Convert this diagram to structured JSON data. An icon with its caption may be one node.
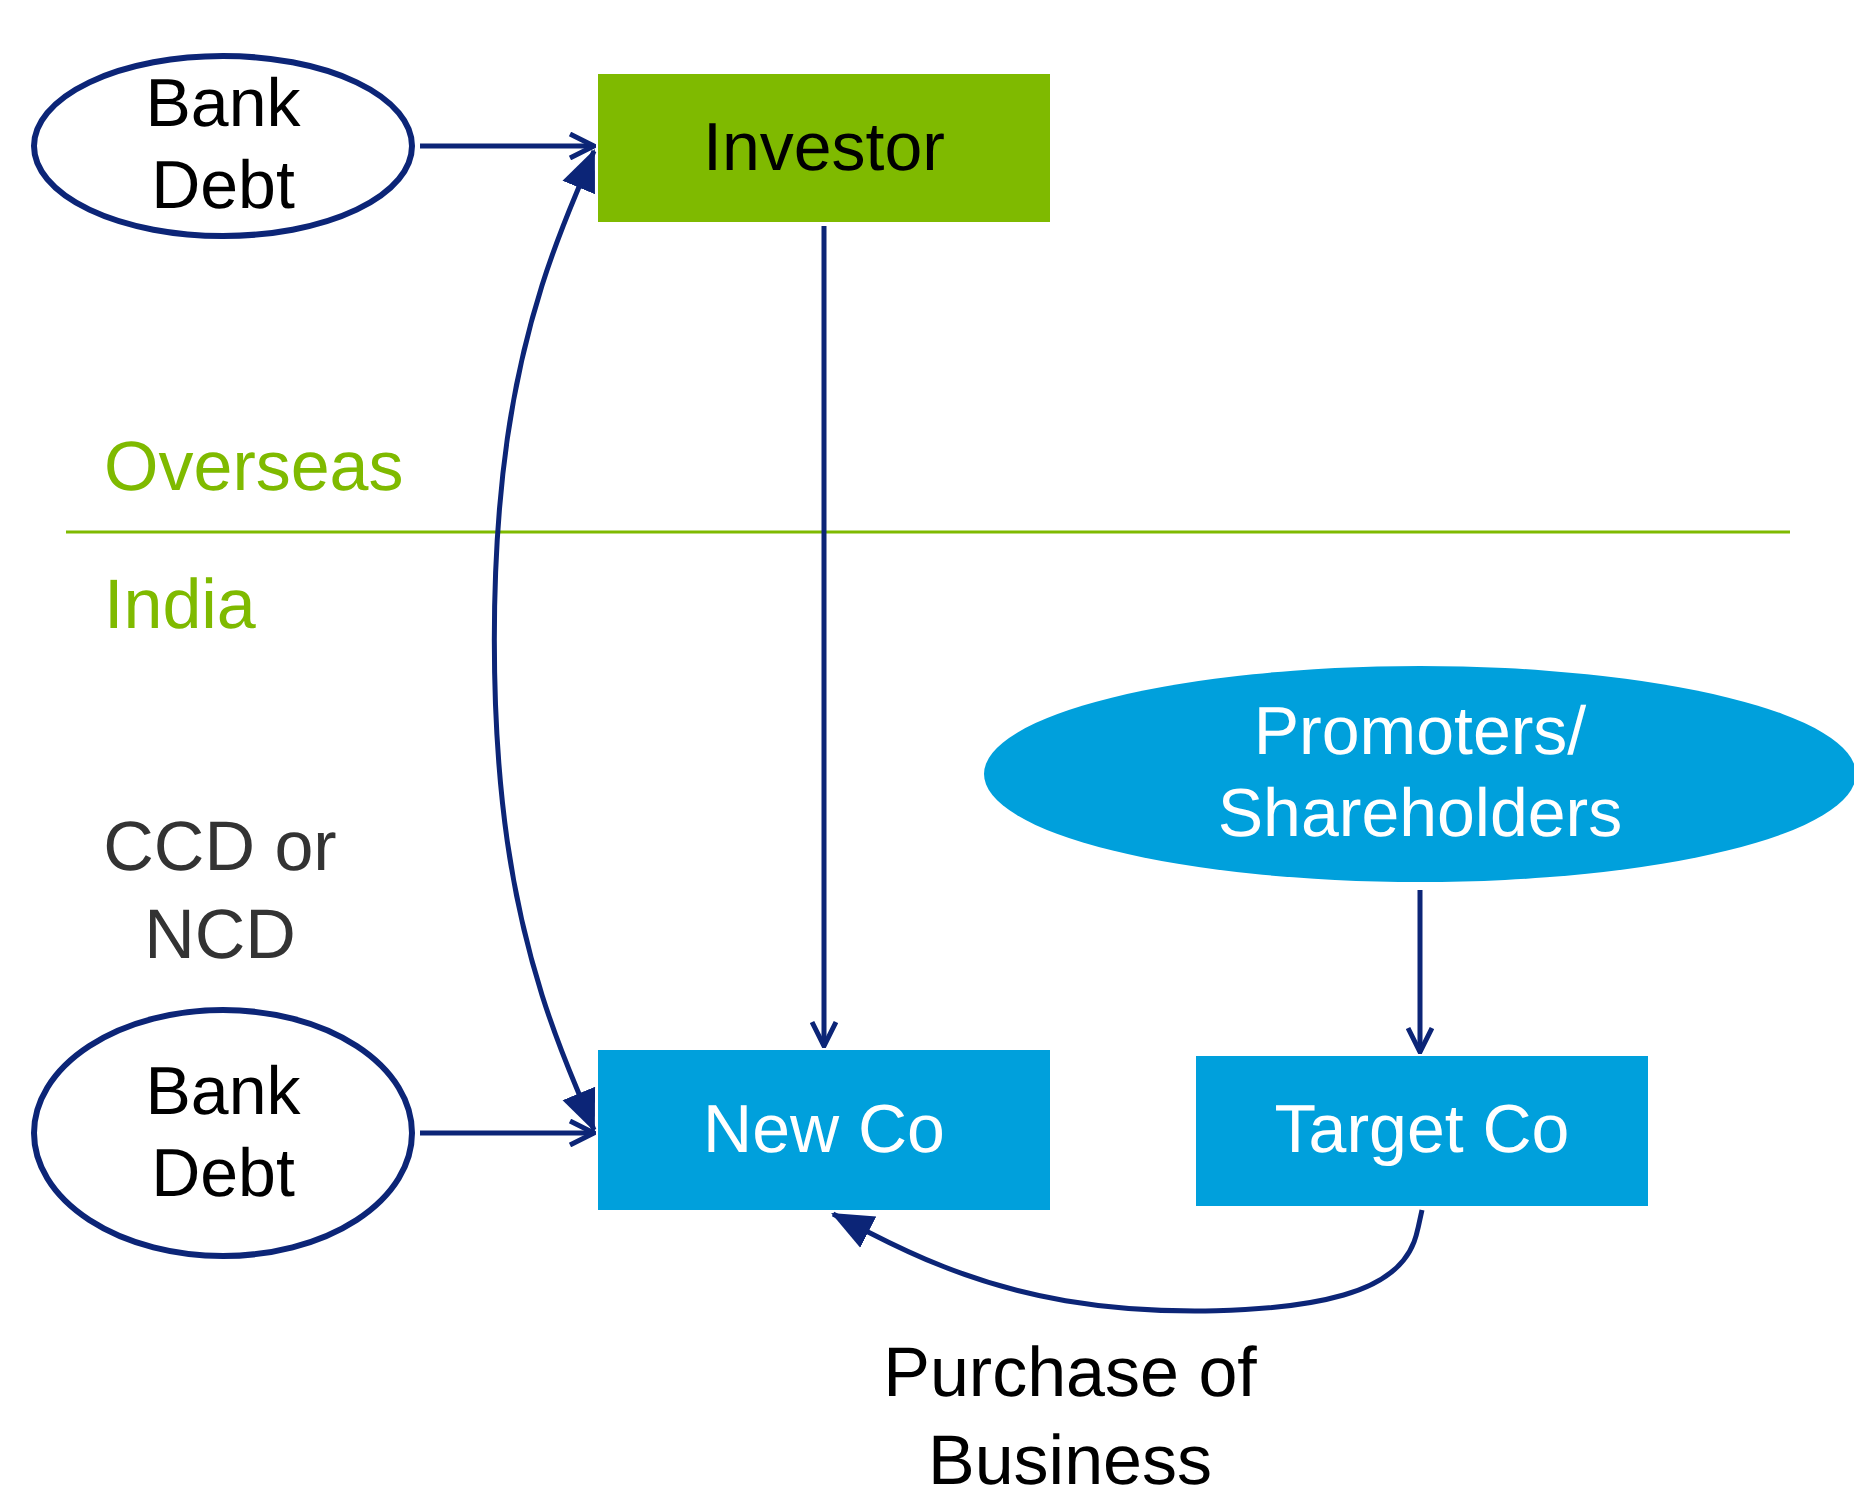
{
  "diagram": {
    "nodes": [
      {
        "text": [
          "Bank Debt"
        ]
      },
      {
        "text": [
          "Investor"
        ]
      },
      {
        "text": [
          "New Co"
        ]
      },
      {
        "text": [
          "Promoters/ Shareholders"
        ]
      },
      {
        "text": [
          "Target Co"
        ]
      },
      {
        "text": [
          "Bank Debt"
        ]
      }
    ],
    "edges": [
      {
        "from": 0,
        "to": 1,
        "arrow": "to"
      },
      {
        "from": 1,
        "to": 2,
        "arrow": "to"
      },
      {
        "from": 1,
        "to": 2,
        "arrow": "both",
        "label": "CCD or NCD"
      },
      {
        "from": 5,
        "to": 2,
        "arrow": "to"
      },
      {
        "from": 3,
        "to": 4,
        "arrow": "to"
      },
      {
        "from": 4,
        "to": 2,
        "arrow": "to",
        "label": "Purchase of Business"
      }
    ],
    "labels": [
      "Overseas",
      "India"
    ]
  }
}
